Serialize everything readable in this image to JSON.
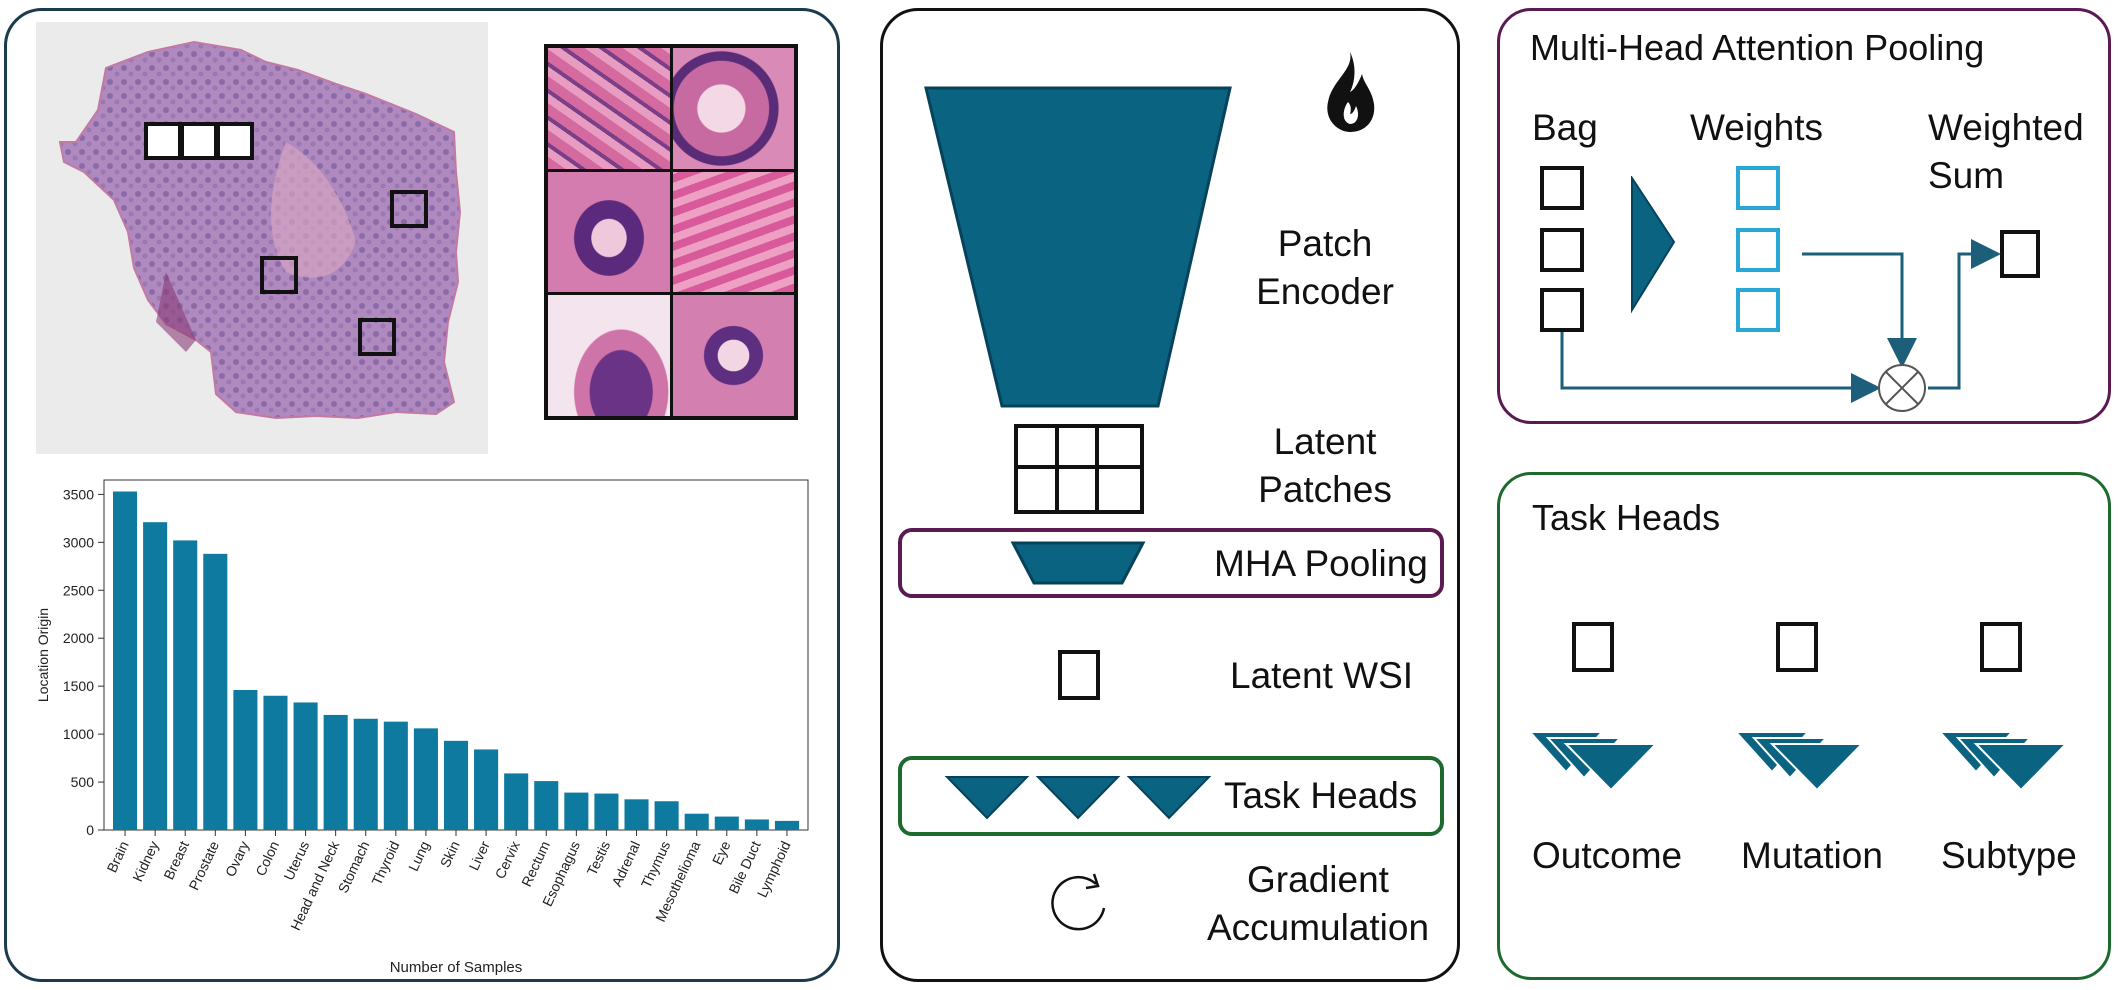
{
  "colors": {
    "teal": "#0b6382",
    "bar": "#0e7aa0",
    "purple": "#5b1a52",
    "green": "#1d6a2e",
    "light_blue": "#29a8d8"
  },
  "left_panel": {
    "chart_data": {
      "type": "bar",
      "categories": [
        "Brain",
        "Kidney",
        "Breast",
        "Prostate",
        "Ovary",
        "Colon",
        "Uterus",
        "Head and Neck",
        "Stomach",
        "Thyroid",
        "Lung",
        "Skin",
        "Liver",
        "Cervix",
        "Rectum",
        "Esophagus",
        "Testis",
        "Adrenal",
        "Thymus",
        "Mesothelioma",
        "Eye",
        "Bile Duct",
        "Lymphoid"
      ],
      "values": [
        3530,
        3210,
        3020,
        2880,
        1460,
        1400,
        1330,
        1200,
        1160,
        1130,
        1060,
        930,
        840,
        590,
        510,
        390,
        380,
        320,
        300,
        170,
        140,
        110,
        95
      ],
      "xlabel": "Number of Samples",
      "ylabel": "Location Origin",
      "ylim": [
        0,
        3650
      ],
      "yticks": [
        0,
        500,
        1000,
        1500,
        2000,
        2500,
        3000,
        3500
      ],
      "grid": false,
      "bar_color": "#0e7aa0"
    }
  },
  "middle_panel": {
    "patch_encoder": "Patch\nEncoder",
    "latent_patches": "Latent\nPatches",
    "mha_pooling": "MHA Pooling",
    "latent_wsi": "Latent WSI",
    "task_heads": "Task Heads",
    "gradient_accumulation": "Gradient\nAccumulation",
    "icons": [
      "fire-icon",
      "refresh-icon"
    ]
  },
  "mha_panel": {
    "title": "Multi-Head Attention Pooling",
    "bag": "Bag",
    "weights": "Weights",
    "weighted_sum": "Weighted\nSum",
    "icons": [
      "multiply-circle-icon"
    ]
  },
  "task_panel": {
    "title": "Task Heads",
    "heads": [
      "Outcome",
      "Mutation",
      "Subtype"
    ]
  }
}
